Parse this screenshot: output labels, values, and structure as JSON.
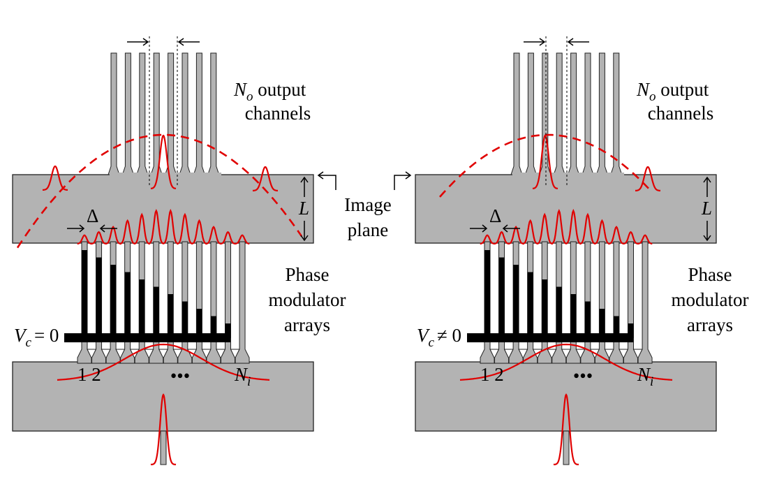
{
  "figure": {
    "panels": [
      {
        "id": "left",
        "voltage_label": "V",
        "voltage_sub": "c",
        "voltage_rel": "= 0",
        "steered": false
      },
      {
        "id": "right",
        "voltage_label": "V",
        "voltage_sub": "c",
        "voltage_rel": "≠ 0",
        "steered": true
      }
    ],
    "output_label": {
      "N": "N",
      "sub": "o",
      "line1_rest": " output",
      "line2": "channels"
    },
    "phase_label": [
      "Phase",
      "modulator",
      "arrays"
    ],
    "image_plane_label": [
      "Image",
      "plane"
    ],
    "length_label": "L",
    "pitch_label": "Δ",
    "input_index_labels": {
      "first": "1 2",
      "ellipsis": "•••",
      "last_N": "N",
      "last_sub": "i"
    },
    "counts": {
      "input_channels": 12,
      "output_channels": 8
    },
    "colors": {
      "slab": "#b3b3b3",
      "field": "#e00000",
      "electrode": "#000000"
    }
  }
}
